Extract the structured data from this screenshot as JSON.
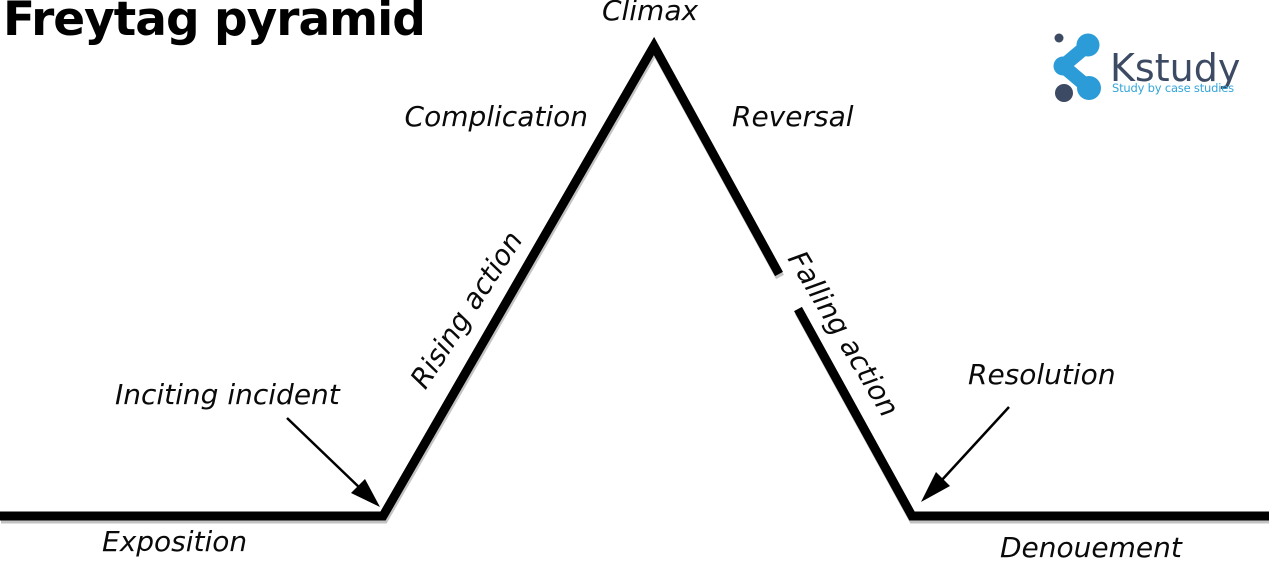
{
  "title": "Freytag pyramid",
  "logo": {
    "brand": "Kstudy",
    "tagline": "Study by case studies",
    "icon": "kstudy-molecule-icon",
    "brand_color": "#3C4A63",
    "accent_color": "#2B9CD8"
  },
  "pyramid": {
    "climax": "Climax",
    "complication": "Complication",
    "reversal": "Reversal",
    "rising_action": "Rising action",
    "falling_action": "Falling action",
    "inciting_incident": "Inciting incident",
    "resolution": "Resolution",
    "exposition": "Exposition",
    "denouement": "Denouement",
    "line_color": "#000000"
  }
}
